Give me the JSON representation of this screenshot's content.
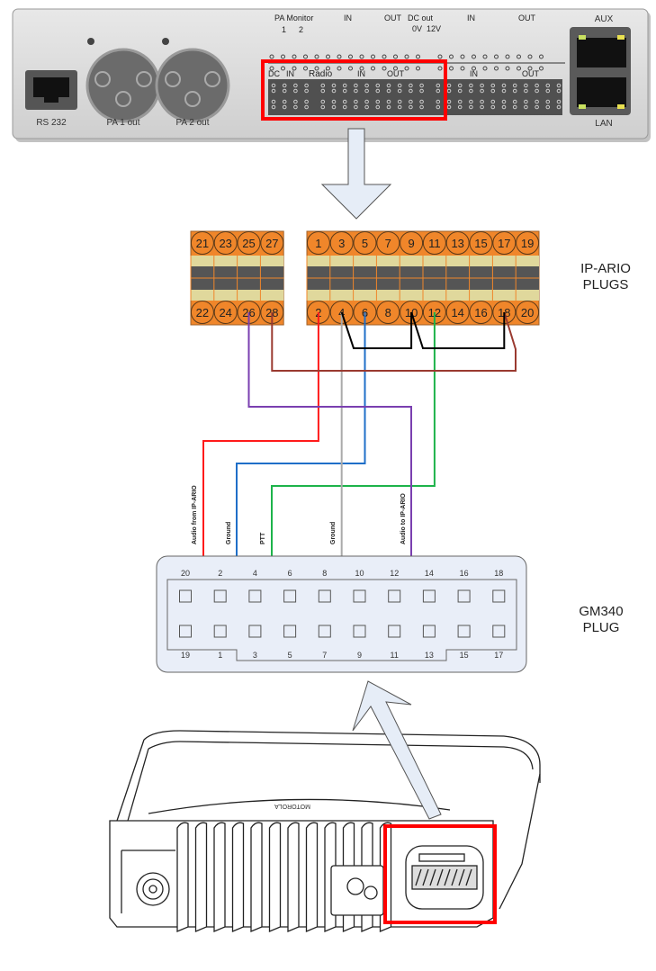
{
  "panel": {
    "labels": {
      "rs232": "RS 232",
      "pa1": "PA  1 out",
      "pa2": "PA  2 out",
      "aux": "AUX",
      "lan": "LAN",
      "pa_monitor": "PA  Monitor",
      "pam1": "1",
      "pam2": "2",
      "in_top": "IN",
      "out_top": "OUT",
      "dc_out": "DC out",
      "zero_v": "0V",
      "twelve_v": "12V",
      "in_top2": "IN",
      "out_top2": "OUT",
      "dc": "DC",
      "in_low": "IN",
      "radio": "Radio",
      "in_radio": "IN",
      "out_radio": "OUT",
      "in_right": "IN",
      "out_right": "OUT"
    },
    "highlight_color": "#ff0000"
  },
  "ipario": {
    "label_line1": "IP-ARIO",
    "label_line2": "PLUGS",
    "left_top": [
      "21",
      "23",
      "25",
      "27"
    ],
    "left_bottom": [
      "22",
      "24",
      "26",
      "28"
    ],
    "right_top": [
      "1",
      "3",
      "5",
      "7",
      "9",
      "11",
      "13",
      "15",
      "17",
      "19"
    ],
    "right_bottom": [
      "2",
      "4",
      "6",
      "8",
      "10",
      "12",
      "14",
      "16",
      "18",
      "20"
    ],
    "colors": {
      "orange": "#f0862a",
      "beige": "#e0d89c",
      "dark": "#555555"
    }
  },
  "gm340": {
    "label_line1": "GM340",
    "label_line2": "PLUG",
    "top_pins": [
      "20",
      "2",
      "4",
      "6",
      "8",
      "10",
      "12",
      "14",
      "16",
      "18"
    ],
    "bottom_pins": [
      "19",
      "1",
      "3",
      "5",
      "7",
      "9",
      "11",
      "13",
      "15",
      "17"
    ]
  },
  "wires": [
    {
      "from": "2",
      "to": "2",
      "color": "#ff1a1a",
      "label": "Audio from IP-ARIO"
    },
    {
      "from": "6",
      "to": "4",
      "color": "#1f6fc8",
      "label": "Ground"
    },
    {
      "from": "12",
      "to": "3",
      "color": "#1db34a",
      "label": "PTT"
    },
    {
      "from": "4",
      "to": "7",
      "color": "#aaaaaa",
      "label": "Ground"
    },
    {
      "from": "26",
      "to": "11",
      "color": "#7a3fb0",
      "label": "Audio to IP-ARIO"
    },
    {
      "from": "28",
      "to": "18",
      "color": "#9a3a30",
      "label": ""
    },
    {
      "from": "4",
      "to": "10",
      "color": "#000000",
      "label": ""
    },
    {
      "from": "10",
      "to": "18",
      "color": "#000000",
      "label": ""
    }
  ]
}
